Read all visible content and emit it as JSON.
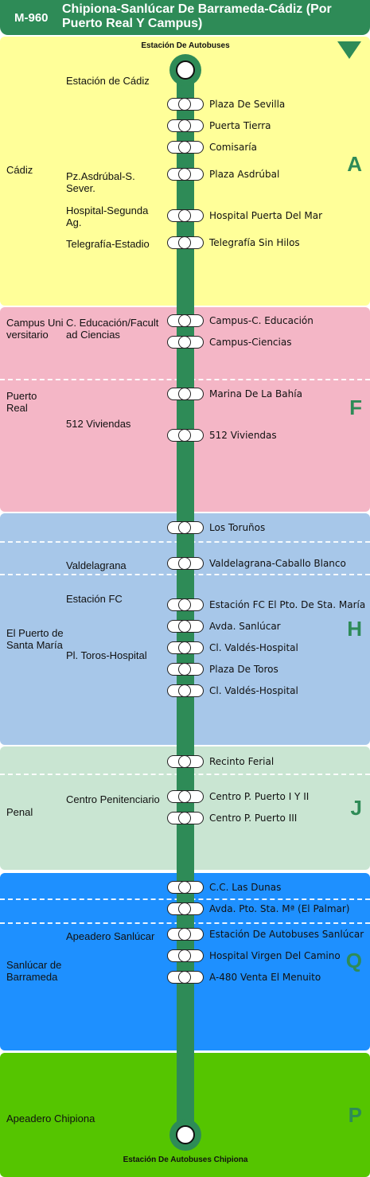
{
  "header": {
    "route_code": "M-960",
    "route_title": "Chipiona-Sanlúcar De Barrameda-Cádiz (Por Puerto Real Y Campus)"
  },
  "terminals": {
    "origin": "Estación De Autobuses",
    "destination": "Estación De Autobuses Chipiona"
  },
  "zones": [
    {
      "letter": "A",
      "color": "#ffff99"
    },
    {
      "letter": "F",
      "color": "#f4b6c6"
    },
    {
      "letter": "H",
      "color": "#a7c7e9"
    },
    {
      "letter": "J",
      "color": "#c9e5d2"
    },
    {
      "letter": "Q",
      "color": "#1e90ff"
    },
    {
      "letter": "P",
      "color": "#55c500"
    }
  ],
  "municipalities": [
    "Cádiz",
    "Campus Universitario",
    "Puerto Real",
    "El Puerto de Santa María",
    "Penal",
    "Sanlúcar de Barrameda",
    "Apeadero Chipiona"
  ],
  "localities": [
    "Estación de Cádiz",
    "Pz.Asdrúbal-S. Sever.",
    "Hospital-Segunda Ag.",
    "Telegrafía-Estadio",
    "C. Educación/Facultad Ciencias",
    "512 Viviendas",
    "Valdelagrana",
    "Estación FC",
    "Pl. Toros-Hospital",
    "Centro Penitenciario",
    "Apeadero Sanlúcar"
  ],
  "stops": [
    "Plaza De Sevilla",
    "Puerta Tierra",
    "Comisaría",
    "Plaza Asdrúbal",
    "Hospital Puerta Del Mar",
    "Telegrafía Sin Hilos",
    "Campus-C. Educación",
    "Campus-Ciencias",
    "Marina De La Bahía",
    "512 Viviendas",
    "Los Toruños",
    "Valdelagrana-Caballo Blanco",
    "Estación FC El Pto. De Sta. María",
    "Avda. Sanlúcar",
    "Cl. Valdés-Hospital",
    "Plaza De Toros",
    "Cl. Valdés-Hospital",
    "Recinto Ferial",
    "Centro P. Puerto I Y II",
    "Centro P. Puerto III",
    "C.C. Las Dunas",
    "Avda. Pto. Sta. Mª (El Palmar)",
    "Estación De Autobuses Sanlúcar",
    "Hospital Virgen Del Camino",
    "A-480 Venta El Menuito"
  ]
}
